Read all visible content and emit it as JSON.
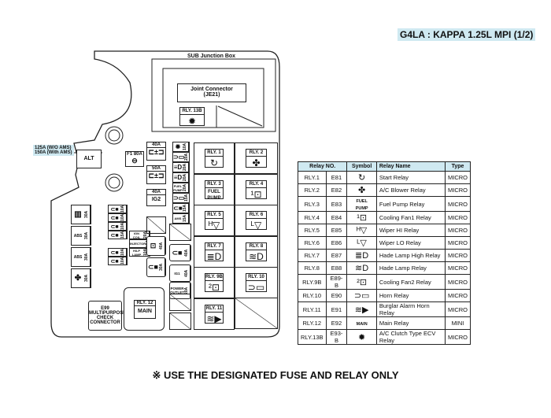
{
  "header": {
    "title": "G4LA : KAPPA 1.25L MPI (1/2)"
  },
  "diagram": {
    "box_title": "SUB Junction Box",
    "joint_connector": "Joint Connector",
    "joint_connector_code": "(JE21)",
    "rly13b": "RLY. 13B",
    "alt_rating_1": "125A (W/O AMS)",
    "alt_rating_2": "150A (With AMS)",
    "alt": "ALT",
    "f1": "F1 80A",
    "fuse_40a_1": "40A",
    "fuse_50a": "50A",
    "fuse_40a_2": "40A",
    "ig2": "IG2",
    "col_fuses": [
      {
        "icon": "ac-clutch",
        "rating": "10A"
      },
      {
        "icon": "horn",
        "rating": "20A"
      },
      {
        "icon": "lamp",
        "rating": "20A"
      },
      {
        "icon": "lamp",
        "rating": "20A"
      },
      {
        "icon": "FUEL PUMP",
        "rating": "20A"
      },
      {
        "icon": "horn",
        "rating": "15A"
      },
      {
        "icon": "battery",
        "rating": "15A"
      },
      {
        "icon": "AMS",
        "rating": "15A"
      }
    ],
    "left_fuses": [
      {
        "label": "",
        "rating": "30A"
      },
      {
        "label": "ABS",
        "rating": "30A"
      },
      {
        "label": "ABS",
        "rating": "30A"
      },
      {
        "label": "",
        "rating": "30A"
      }
    ],
    "mini_fuses": [
      {
        "rating": "10A"
      },
      {
        "rating": "10A"
      },
      {
        "rating": "10A"
      },
      {
        "rating": "15A"
      },
      {
        "label": "IGN COIL",
        "rating": "20A"
      },
      {
        "label": "INJECTOR",
        "rating": "15A"
      },
      {
        "rating": "10A"
      },
      {
        "label": "H/LP LAMP",
        "rating": "10A"
      },
      {
        "rating": "10A"
      }
    ],
    "mid_fuses": [
      {
        "rating": "40A"
      },
      {
        "rating": "30A"
      },
      {
        "rating": "40A"
      },
      {
        "label": "IG1",
        "rating": "40A"
      },
      {
        "label": "POWER OUTLET",
        "rating": "20A"
      }
    ],
    "relays": [
      "RLY. 1",
      "RLY. 2",
      "RLY. 3",
      "RLY. 4",
      "RLY. 5",
      "RLY. 6",
      "RLY. 7",
      "RLY. 8",
      "RLY. 9B",
      "RLY. 10",
      "RLY. 11"
    ],
    "fuel_pump": "FUEL PUMP",
    "e99": "E99 MULTIPURPOSE CHECK CONNECTOR",
    "rly12": "RLY. 12",
    "main": "MAIN"
  },
  "table": {
    "headers": [
      "Relay NO.",
      "Symbol",
      "Relay Name",
      "Type"
    ],
    "rows": [
      [
        "RLY.1",
        "E81",
        "start",
        "Start Relay",
        "MICRO"
      ],
      [
        "RLY.2",
        "E82",
        "fan",
        "A/C Blower Relay",
        "MICRO"
      ],
      [
        "RLY.3",
        "E83",
        "FUEL PUMP",
        "Fuel Pump Relay",
        "MICRO"
      ],
      [
        "RLY.4",
        "E84",
        "cooling-fan-1",
        "Cooling Fan1 Relay",
        "MICRO"
      ],
      [
        "RLY.5",
        "E85",
        "wiper-hi",
        "Wiper HI Relay",
        "MICRO"
      ],
      [
        "RLY.6",
        "E86",
        "wiper-lo",
        "Wiper LO Relay",
        "MICRO"
      ],
      [
        "RLY.7",
        "E87",
        "head-lamp-high",
        "Hade Lamp High Relay",
        "MICRO"
      ],
      [
        "RLY.8",
        "E88",
        "head-lamp",
        "Hade Lamp Relay",
        "MICRO"
      ],
      [
        "RLY.9B",
        "E89-B",
        "cooling-fan-2",
        "Cooling Fan2 Relay",
        "MICRO"
      ],
      [
        "RLY.10",
        "E90",
        "horn",
        "Horn Relay",
        "MICRO"
      ],
      [
        "RLY.11",
        "E91",
        "burglar-horn",
        "Burglar Alarm Horn Relay",
        "MICRO"
      ],
      [
        "RLY.12",
        "E92",
        "MAIN",
        "Main Relay",
        "MINI"
      ],
      [
        "RLY.13B",
        "E93-B",
        "ac-clutch",
        "A/C Clutch Type ECV Relay",
        "MICRO"
      ]
    ]
  },
  "footer": "※ USE THE DESIGNATED FUSE AND RELAY ONLY",
  "colors": {
    "highlight": "#cfe9f1"
  }
}
